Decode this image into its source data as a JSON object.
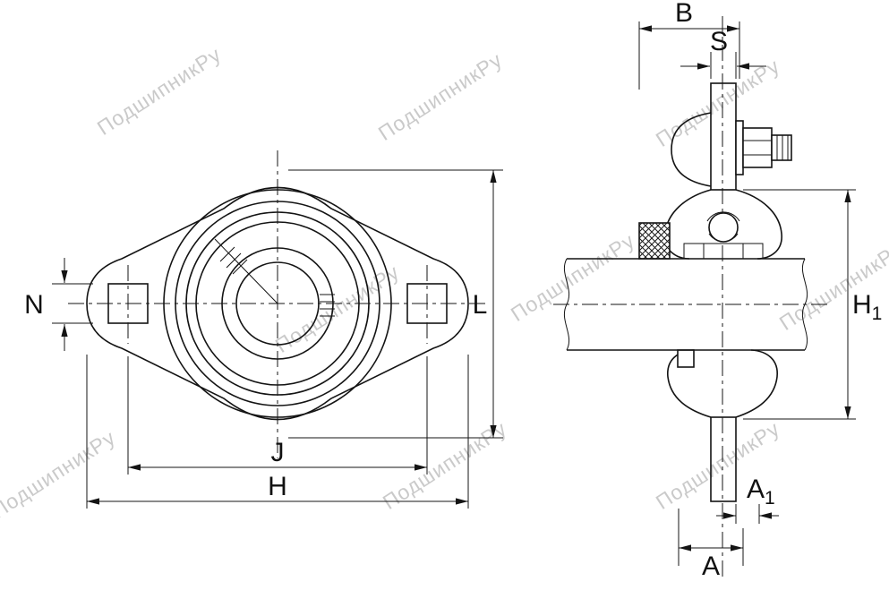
{
  "watermark": {
    "text": "ПодшипникРу"
  },
  "drawing": {
    "front_view": {
      "dim_n": "N",
      "dim_l": "L",
      "dim_j": "J",
      "dim_h": "H"
    },
    "side_view": {
      "dim_b": "B",
      "dim_s": "S",
      "dim_h1_base": "H",
      "dim_h1_sub": "1",
      "dim_a1_base": "A",
      "dim_a1_sub": "1",
      "dim_a": "A"
    }
  }
}
